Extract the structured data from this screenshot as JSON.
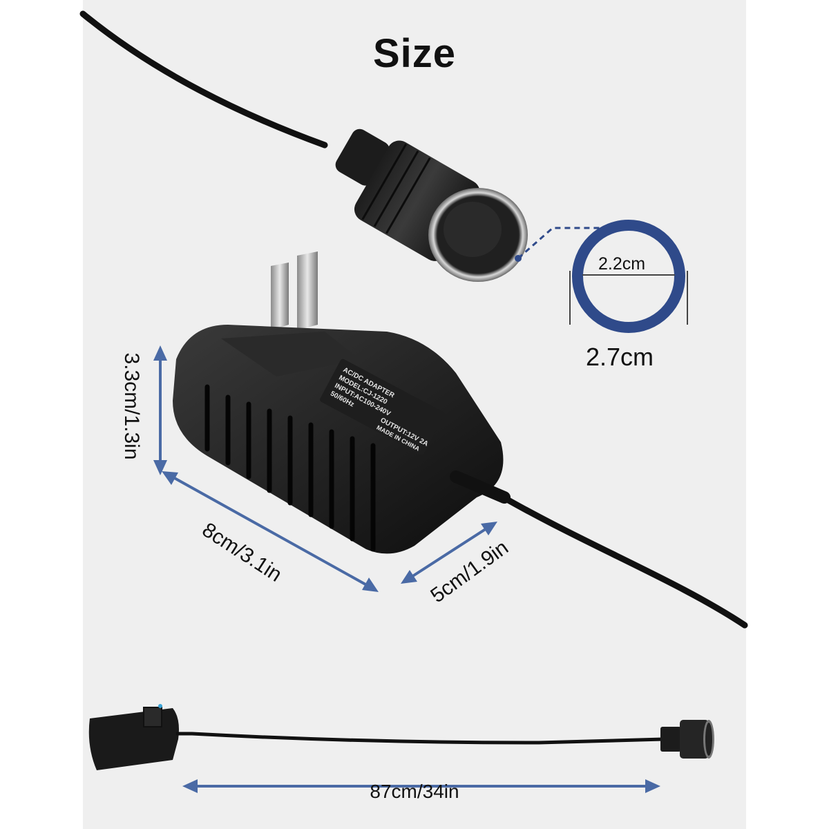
{
  "title": "Size",
  "socket": {
    "inner_diameter": "2.2cm",
    "outer_diameter": "2.7cm"
  },
  "adapter": {
    "height": "3.3cm/1.3in",
    "length": "8cm/3.1in",
    "width": "5cm/1.9in",
    "label_lines": [
      "AC/DC ADAPTER",
      "MODEL:CJ-1220",
      "INPUT:AC100-240V",
      "50/60Hz",
      "OUTPUT:12V 2A",
      "MADE IN CHINA"
    ]
  },
  "cable": {
    "length": "87cm/34in"
  },
  "colors": {
    "background_panel": "#efefef",
    "dimension_line": "#4a6aa5",
    "ring": "#2f4a8a",
    "product_body": "#1a1a1a"
  }
}
